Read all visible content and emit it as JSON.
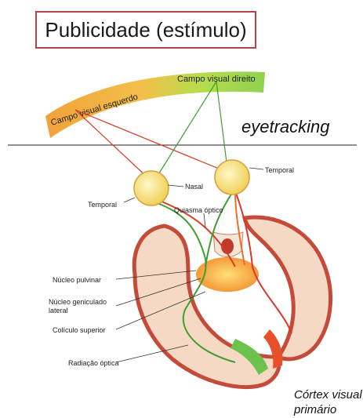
{
  "header": {
    "title": "Publicidade (estímulo)"
  },
  "visual_fields": {
    "left": "Campo visual esquerdo",
    "right": "Campo visual direito"
  },
  "method_label": "eyetracking",
  "labels": {
    "temporal_right": "Temporal",
    "nasal": "Nasal",
    "temporal_left": "Temporal",
    "chiasm": "Quiasma óptico",
    "pulvinar": "Núcleo pulvinar",
    "lgn_line1": "Núcleo geniculado",
    "lgn_line2": "lateral",
    "colliculus": "Colículo superior",
    "radiation": "Radiação óptica",
    "cortex_line1": "Córtex visual",
    "cortex_line2": "primário"
  },
  "colors": {
    "title_border": "#b3454a",
    "red_path": "#d83a2a",
    "green_path": "#3f9e2e",
    "field_orange": "#f0a23a",
    "field_green": "#8fd14f"
  }
}
